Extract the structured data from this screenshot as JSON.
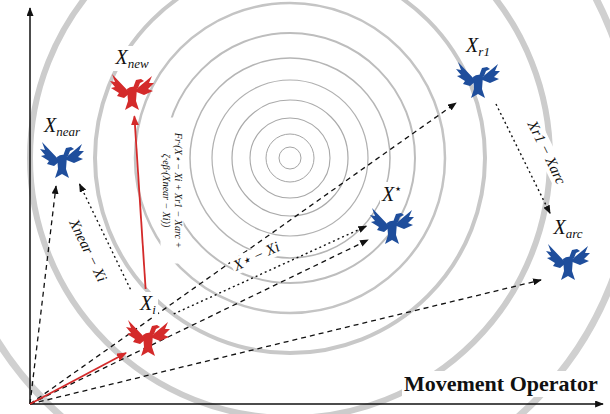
{
  "diagram": {
    "title": "Movement Operator",
    "nodes": [
      {
        "text": [
          "Xr1"
        ]
      },
      {
        "text": [
          "Xnew"
        ]
      },
      {
        "text": [
          "Xnear"
        ]
      },
      {
        "text": [
          "X⋆"
        ]
      },
      {
        "text": [
          "Xarc"
        ]
      },
      {
        "text": [
          "Xi"
        ]
      }
    ],
    "edges": [
      {
        "from": 5,
        "to": 1,
        "arrow": "to",
        "label": "Fr·(X⋆ − Xi + Xr1 − Xarc + ζ·eβ·(Xnear − Xi))"
      },
      {
        "from": 5,
        "to": 2,
        "arrow": "to",
        "label": "Xnear − Xi"
      },
      {
        "from": 5,
        "to": 3,
        "arrow": "to",
        "label": "X⋆ − Xi"
      },
      {
        "from": 0,
        "to": 4,
        "arrow": "to",
        "label": "Xr1 − Xarc"
      }
    ]
  }
}
